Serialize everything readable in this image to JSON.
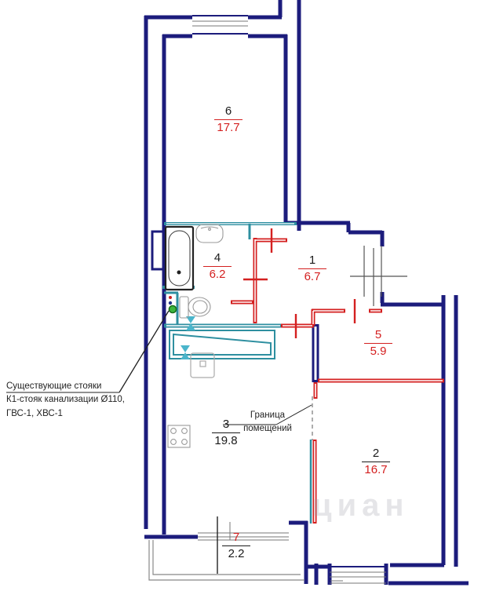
{
  "plan": {
    "rooms": [
      {
        "id": "room-6",
        "number": "6",
        "area": "17.7"
      },
      {
        "id": "room-4",
        "number": "4",
        "area": "6.2"
      },
      {
        "id": "room-1",
        "number": "1",
        "area": "6.7"
      },
      {
        "id": "room-5",
        "number": "5",
        "area": "5.9"
      },
      {
        "id": "room-3",
        "number": "3",
        "area": "19.8"
      },
      {
        "id": "room-2",
        "number": "2",
        "area": "16.7"
      },
      {
        "id": "room-7",
        "number": "7",
        "area": "2.2"
      }
    ],
    "annotations": {
      "risers": {
        "line1": "Существующие стояки",
        "line2": "К1-стояк канализации Ø110,",
        "line3": "ГВС-1, ХВС-1"
      },
      "boundary": {
        "line1": "Граница",
        "line2": "помещений"
      }
    },
    "watermark": "циан",
    "colors": {
      "structural_wall": "#1c1c7c",
      "new_partition": "#d42020",
      "plumbing_wall": "#2e8fa0",
      "door_swing": "#4ab5cb",
      "fixture_outline": "#777777",
      "sewer_riser_green": "#3cb53c",
      "label_red": "#d42020",
      "label_black": "#1a1a1a"
    }
  }
}
